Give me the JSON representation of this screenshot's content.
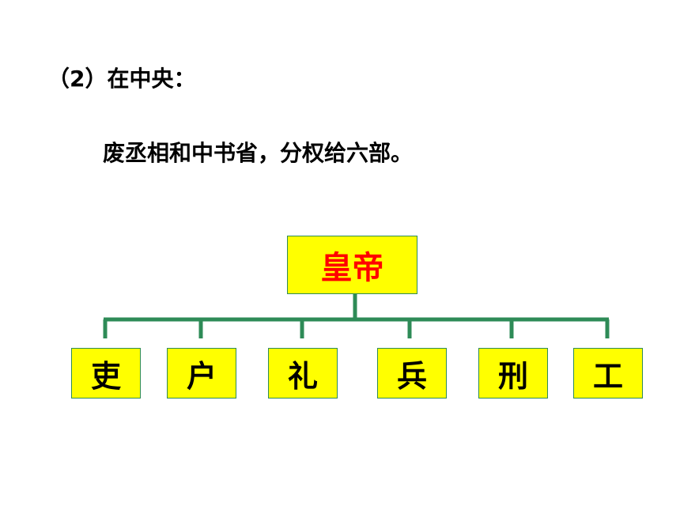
{
  "heading": "（2）在中央：",
  "subtext": "废丞相和中书省，分权给六部。",
  "diagram": {
    "root": "皇帝",
    "ministries": [
      "吏",
      "户",
      "礼",
      "兵",
      "刑",
      "工"
    ]
  },
  "colors": {
    "box_fill": "#ffff00",
    "box_border": "#2e8b57",
    "connector": "#2e8b57",
    "root_text": "#ff0000",
    "ministry_text": "#000000"
  }
}
